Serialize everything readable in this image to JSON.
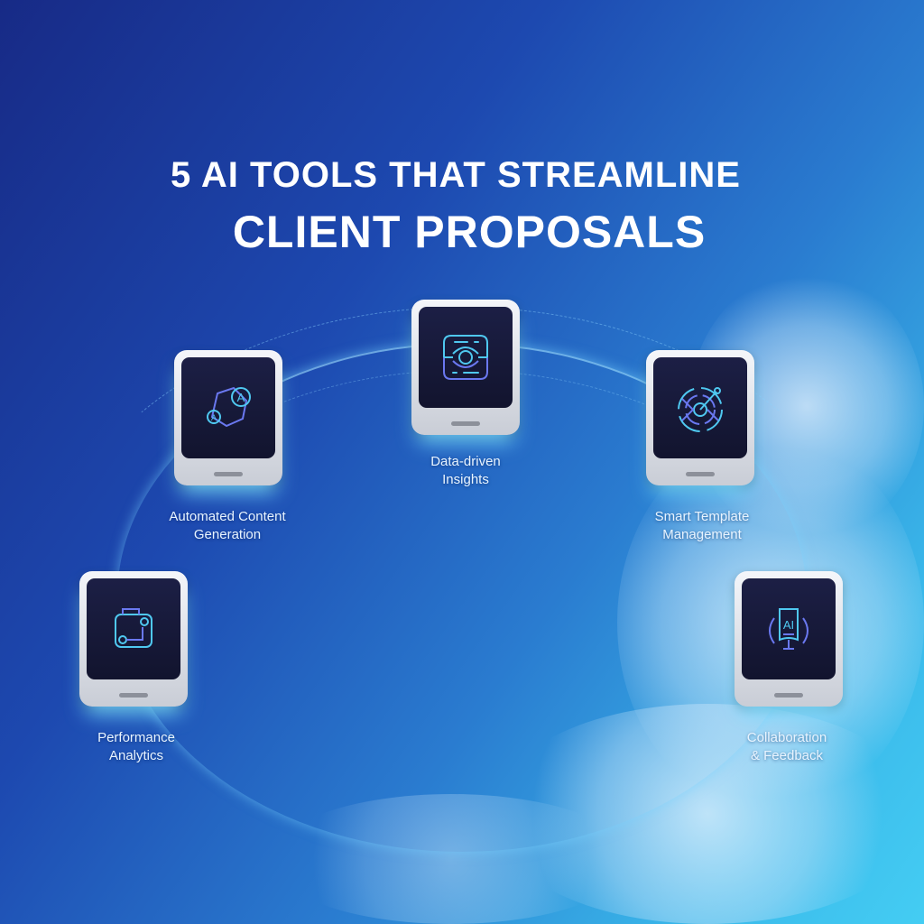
{
  "title": {
    "line1": "5 AI TOOLS THAT STREAMLINE",
    "line2": "CLIENT PROPOSALS"
  },
  "tools": [
    {
      "line1": "Automated Content",
      "line2": "Generation",
      "icon": "hexagon-letters-icon"
    },
    {
      "line1": "Data-driven",
      "line2": "Insights",
      "icon": "data-circle-icon"
    },
    {
      "line1": "Smart Template",
      "line2": "Management",
      "icon": "radar-target-icon"
    },
    {
      "line1": "Performance",
      "line2": "Analytics",
      "icon": "connected-squares-icon"
    },
    {
      "line1": "Collaboration",
      "line2": "& Feedback",
      "icon": "ai-book-icon"
    }
  ],
  "icon_letters": {
    "a": "A",
    "ai": "AI"
  },
  "colors": {
    "accent": "#4fc8f0",
    "icon_violet": "#6a78f0",
    "screen": "#171a3c"
  }
}
